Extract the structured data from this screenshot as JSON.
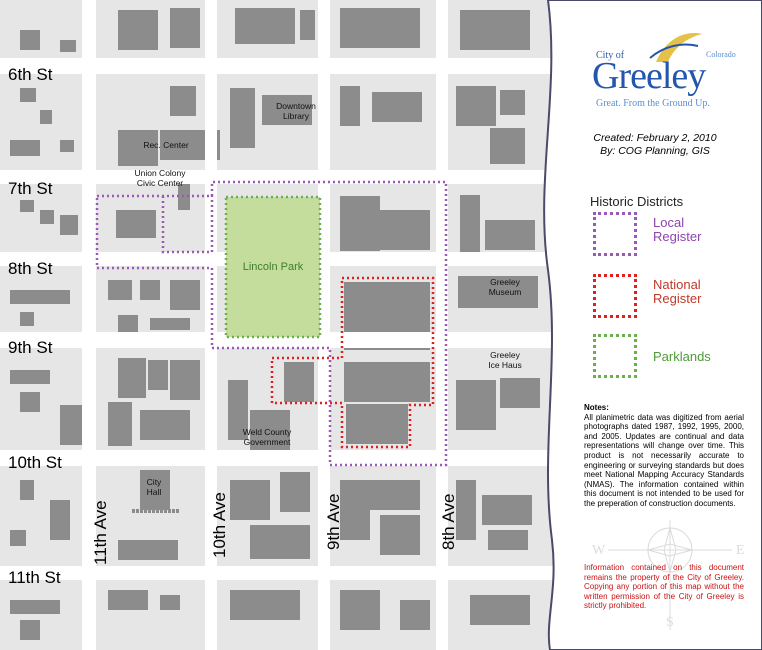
{
  "streets": {
    "horizontal": [
      "6th St",
      "7th St",
      "8th St",
      "9th St",
      "10th St",
      "11th St"
    ],
    "vertical": [
      "11th Ave",
      "10th Ave",
      "9th Ave",
      "8th Ave"
    ]
  },
  "places": {
    "downtown_library": [
      "Downtown",
      "Library"
    ],
    "rec_center": "Rec. Center",
    "union_colony": [
      "Union Colony",
      "Civic Center"
    ],
    "lincoln_park": "Lincoln Park",
    "greeley_museum": [
      "Greeley",
      "Museum"
    ],
    "greeley_ice_haus": [
      "Greeley",
      "Ice Haus"
    ],
    "weld_county": [
      "Weld County",
      "Government"
    ],
    "city_hall": [
      "City",
      "Hall"
    ]
  },
  "logo": {
    "city_of": "City of",
    "wordmark": "Greeley",
    "state": "Colorado",
    "tagline": "Great. From the Ground Up."
  },
  "created": {
    "line1": "Created: February 2, 2010",
    "line2": "By: COG Planning, GIS"
  },
  "legend": {
    "title": "Historic Districts",
    "items": [
      {
        "line1": "Local",
        "line2": "Register",
        "color": "#9b59b6",
        "text_color": "#8e44ad"
      },
      {
        "line1": "National",
        "line2": "Register",
        "color": "#e02020",
        "text_color": "#c0392b"
      },
      {
        "line1": "Parklands",
        "line2": "",
        "color": "#6ab04c",
        "text_color": "#4f9a3a"
      }
    ]
  },
  "notes": {
    "heading": "Notes:",
    "body": "All planimetric data was digitized from aerial photographs dated 1987, 1992, 1995, 2000, and 2005. Updates are continual and data representations will change over time. This product is not necessarily accurate to engineering or surveying standards but does meet National Mapping Accuracy Standards (NMAS). The information contained within this document is not intended to be used for the preperation of construction documents.",
    "warning": "Information contained on this document remains the property of the City of Greeley. Copying any portion of this map without the written permission of the City of Greeley is strictly prohibited."
  },
  "compass": {
    "w": "W",
    "e": "E",
    "s": "S"
  },
  "colors": {
    "block": "#e6e6e6",
    "street": "#ffffff",
    "building": "#8c8c8c",
    "park_fill": "#c5dd9c",
    "local": "#9b59b6",
    "national": "#e02020",
    "parkland": "#6ab04c"
  }
}
